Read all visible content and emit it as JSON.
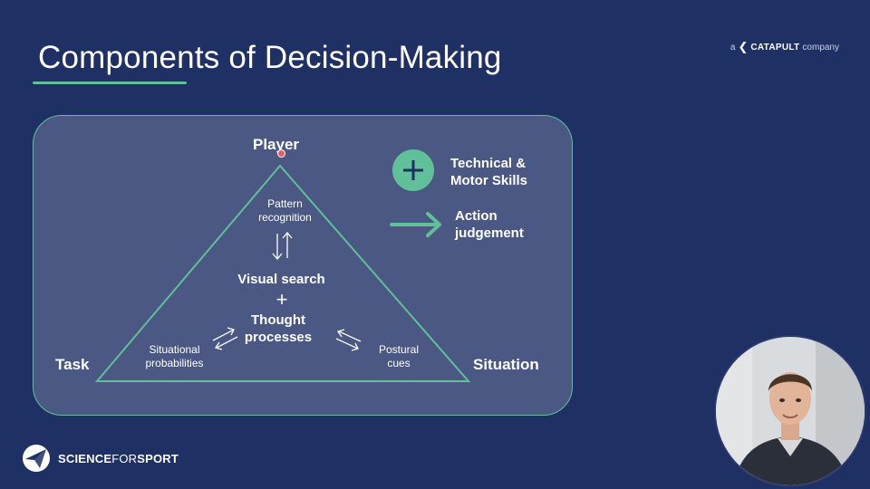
{
  "slide": {
    "title": "Components of Decision-Making",
    "catapult_prefix": "a",
    "catapult_brand": "CATAPULT",
    "catapult_suffix": "company"
  },
  "diagram": {
    "player": "Player",
    "task": "Task",
    "situation": "Situation",
    "pattern_line1": "Pattern",
    "pattern_line2": "recognition",
    "visual_search": "Visual search",
    "plus": "+",
    "thought_line1": "Thought",
    "thought_line2": "processes",
    "situational_line1": "Situational",
    "situational_line2": "probabilities",
    "postural_line1": "Postural",
    "postural_line2": "cues",
    "technical_line1": "Technical &",
    "technical_line2": "Motor Skills",
    "action_line1": "Action",
    "action_line2": "judgement"
  },
  "logo": {
    "bold": "SCIENCE",
    "thin": "FOR",
    "bold2": "SPORT"
  },
  "colors": {
    "background": "#1f3064",
    "panel": "#4a5883",
    "accent": "#5fc09a"
  },
  "icons": {
    "plus": "plus-icon",
    "arrow": "right-arrow-icon",
    "logo": "science-for-sport-logo-icon"
  }
}
